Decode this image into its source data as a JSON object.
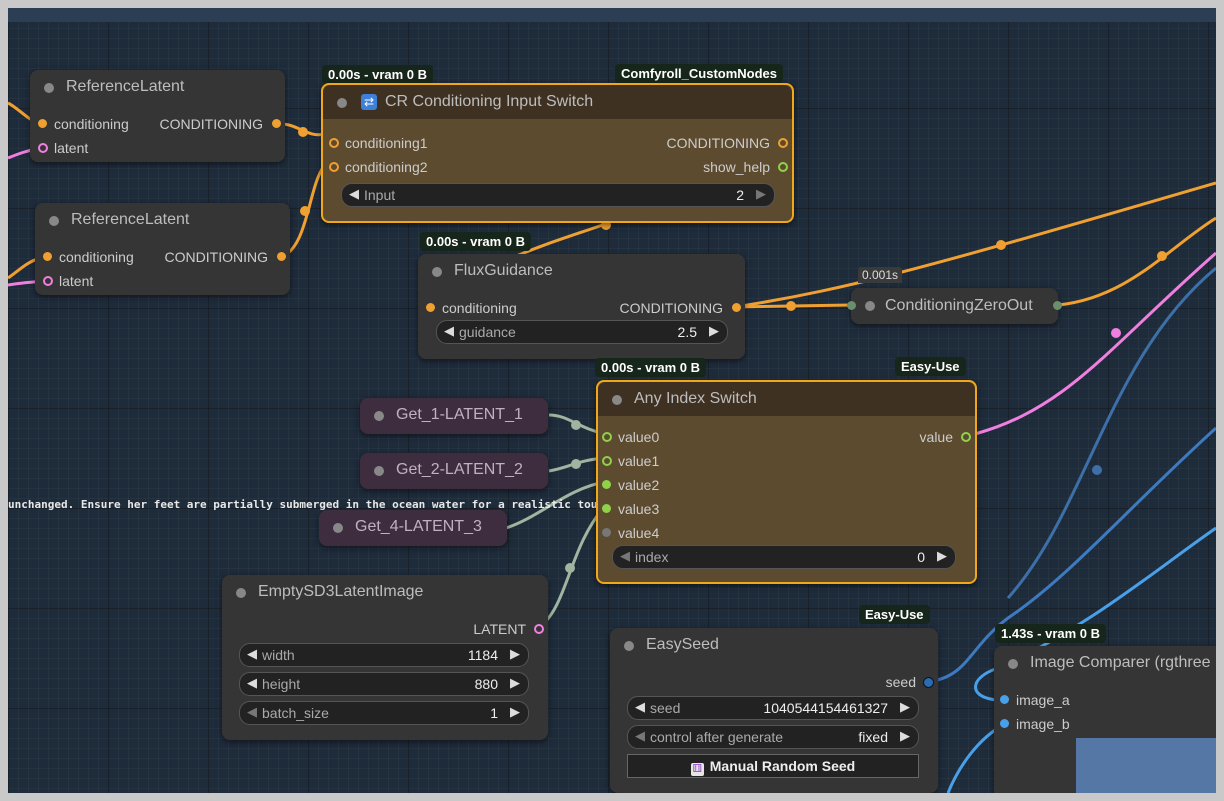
{
  "canvas": {
    "prompt_fragment": "unchanged. Ensure her feet are partially submerged in the ocean water for a realistic tou",
    "zero_out_timing": "0.001s"
  },
  "badges": {
    "cr_switch_time": "0.00s - vram 0 B",
    "cr_switch_pack": "Comfyroll_CustomNodes",
    "flux_time": "0.00s - vram 0 B",
    "any_index_time": "0.00s - vram 0 B",
    "any_index_pack": "Easy-Use",
    "easyseed_pack": "Easy-Use",
    "comparer_time": "1.43s - vram 0 B"
  },
  "nodes": {
    "ref_latent_1": {
      "title": "ReferenceLatent",
      "in1": "conditioning",
      "in2": "latent",
      "out1": "CONDITIONING"
    },
    "ref_latent_2": {
      "title": "ReferenceLatent",
      "in1": "conditioning",
      "in2": "latent",
      "out1": "CONDITIONING"
    },
    "cr_switch": {
      "title": "CR Conditioning Input Switch",
      "in1": "conditioning1",
      "in2": "conditioning2",
      "out1": "CONDITIONING",
      "out2": "show_help",
      "widget_label": "Input",
      "widget_value": "2"
    },
    "flux_guidance": {
      "title": "FluxGuidance",
      "in1": "conditioning",
      "out1": "CONDITIONING",
      "widget_label": "guidance",
      "widget_value": "2.5"
    },
    "zero_out": {
      "title": "ConditioningZeroOut"
    },
    "get1": {
      "title": "Get_1-LATENT_1"
    },
    "get2": {
      "title": "Get_2-LATENT_2"
    },
    "get4": {
      "title": "Get_4-LATENT_3"
    },
    "any_index": {
      "title": "Any Index Switch",
      "inputs": [
        "value0",
        "value1",
        "value2",
        "value3",
        "value4"
      ],
      "out1": "value",
      "widget_label": "index",
      "widget_value": "0"
    },
    "empty_latent": {
      "title": "EmptySD3LatentImage",
      "out1": "LATENT",
      "widgets": [
        {
          "label": "width",
          "value": "1184"
        },
        {
          "label": "height",
          "value": "880"
        },
        {
          "label": "batch_size",
          "value": "1"
        }
      ]
    },
    "easyseed": {
      "title": "EasySeed",
      "out1": "seed",
      "widgets": [
        {
          "label": "seed",
          "value": "1040544154461327"
        },
        {
          "label": "control after generate",
          "value": "fixed"
        }
      ],
      "button": "Manual Random Seed"
    },
    "comparer": {
      "title": "Image Comparer (rgthree",
      "in1": "image_a",
      "in2": "image_b"
    }
  },
  "colors": {
    "conditioning": "#f0a030",
    "latent": "#f080e0",
    "generic": "#9fb59f",
    "seed": "#4a90d9",
    "selected": "#f0a81a"
  },
  "icons": {
    "switch": "shuffle-icon",
    "random": "dice-icon"
  }
}
